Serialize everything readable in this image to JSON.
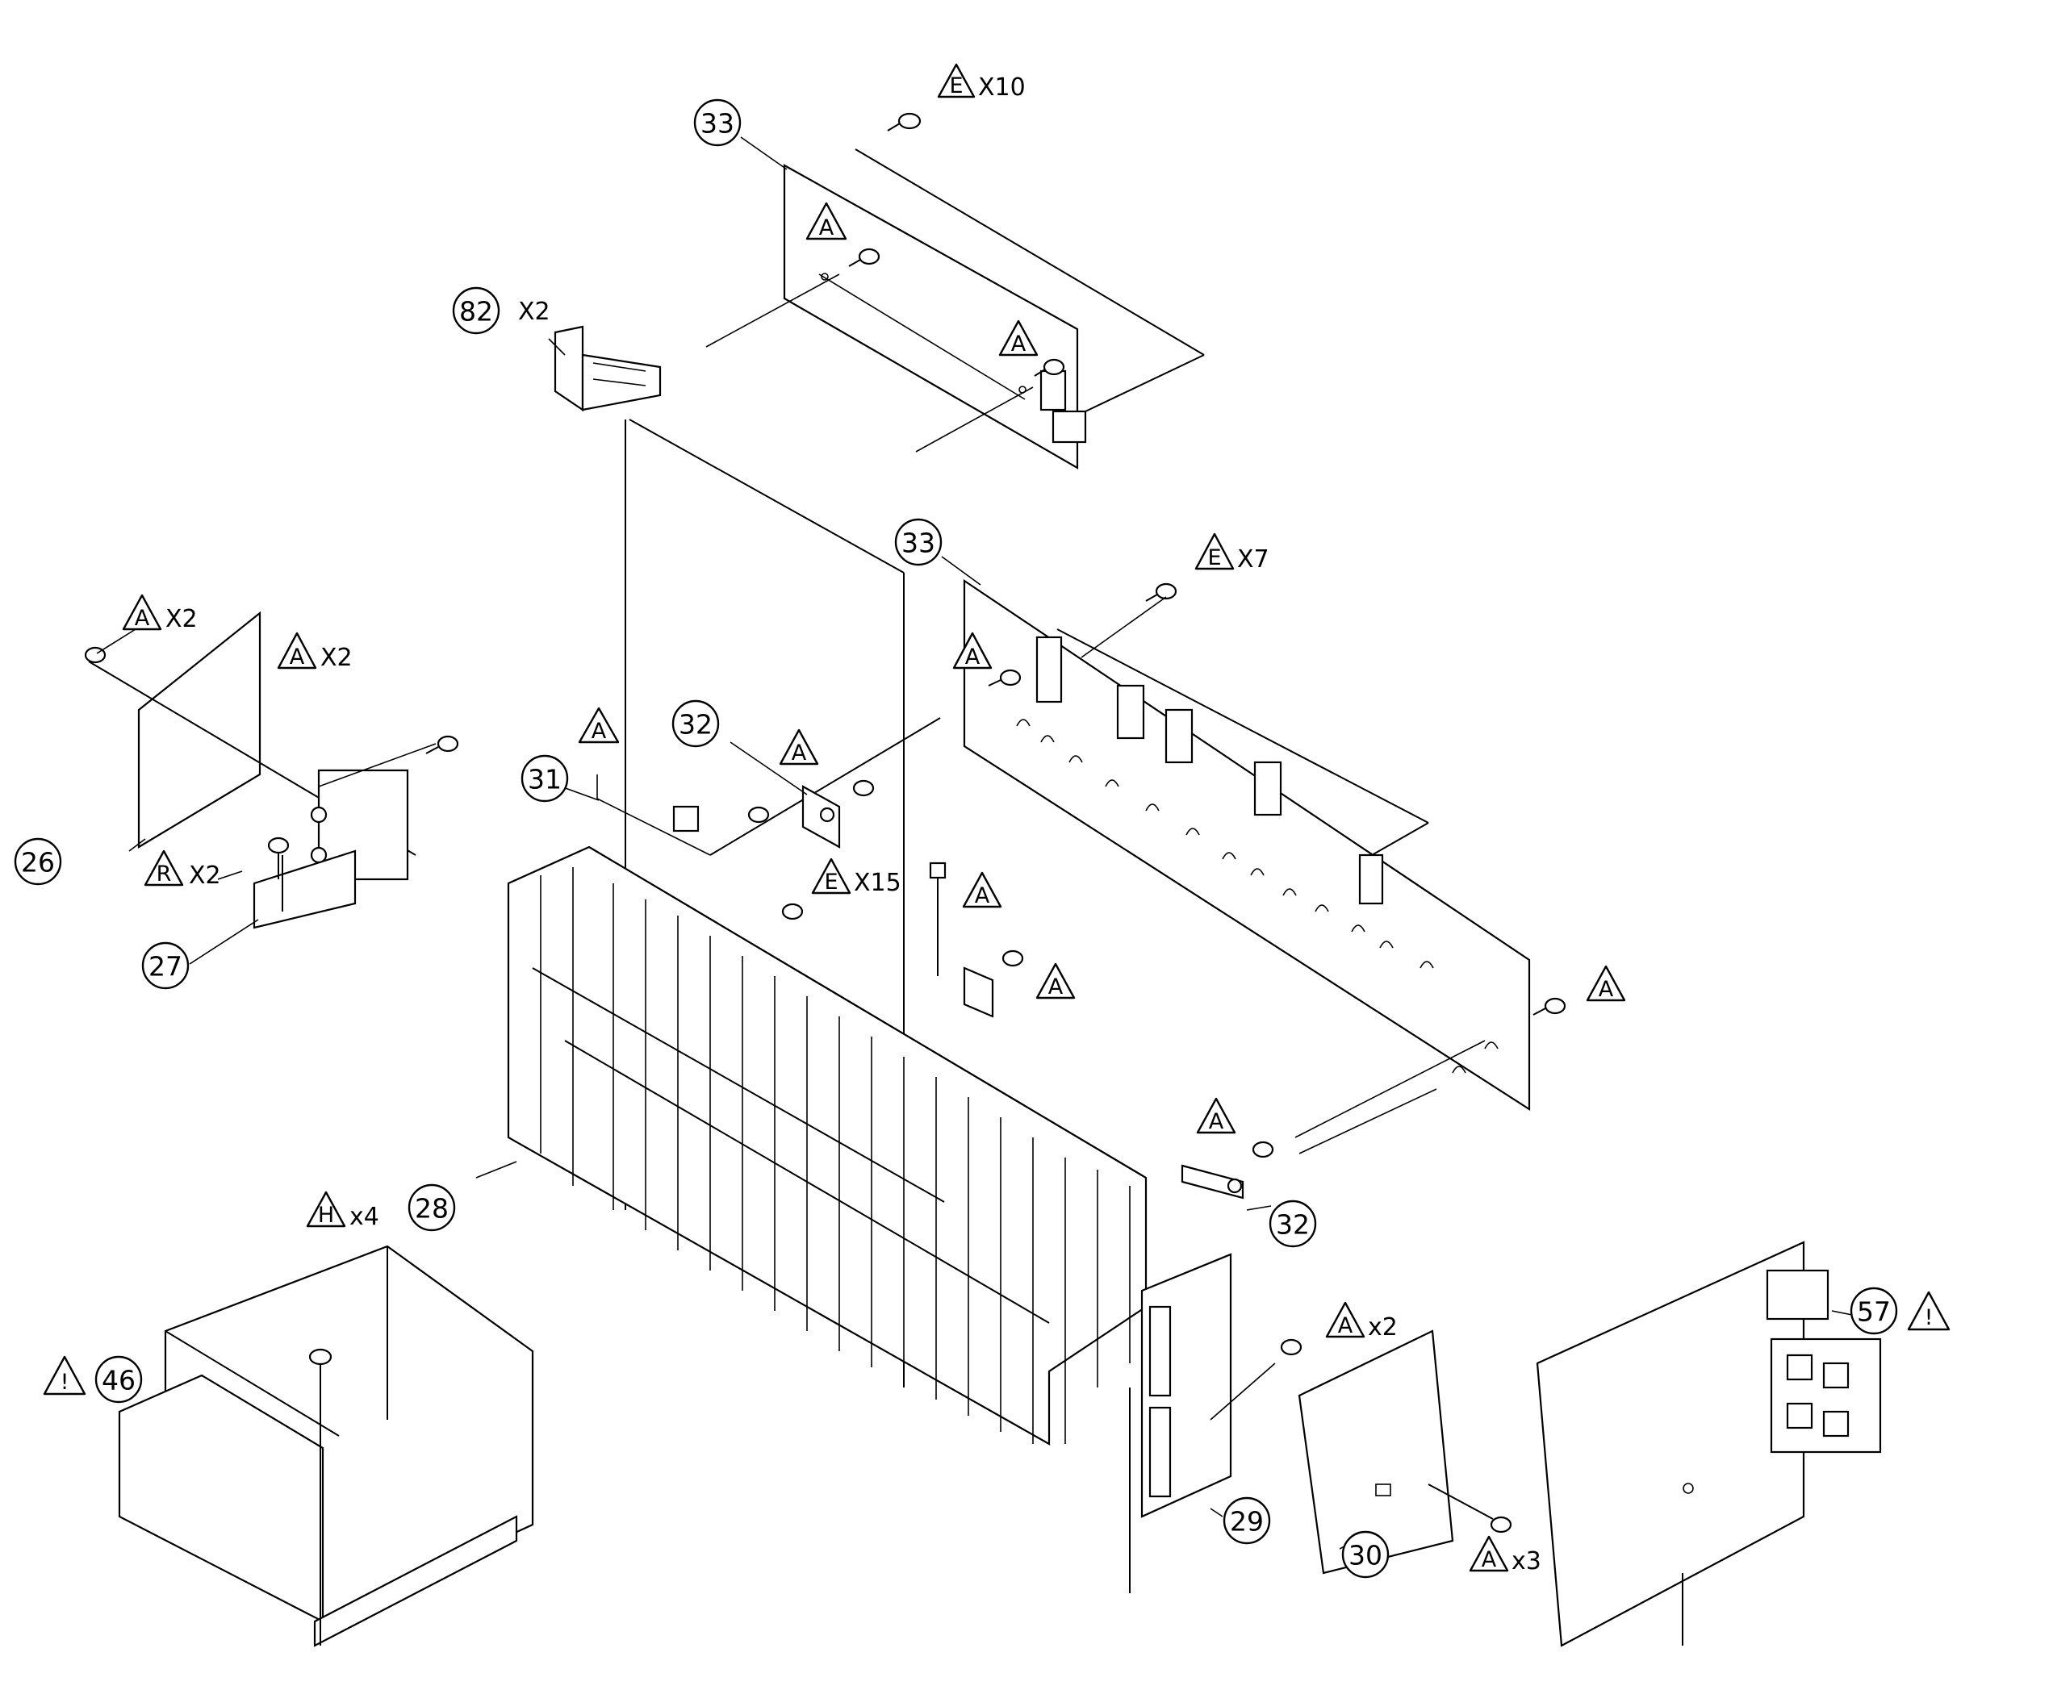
{
  "callouts": [
    {
      "id": "c33a",
      "text": "33"
    },
    {
      "id": "c82",
      "text": "82",
      "qty": "X2"
    },
    {
      "id": "c33b",
      "text": "33"
    },
    {
      "id": "c26",
      "text": "26"
    },
    {
      "id": "c27",
      "text": "27"
    },
    {
      "id": "c31",
      "text": "31"
    },
    {
      "id": "c32a",
      "text": "32"
    },
    {
      "id": "c32b",
      "text": "32"
    },
    {
      "id": "c28",
      "text": "28"
    },
    {
      "id": "c46",
      "text": "46"
    },
    {
      "id": "c29",
      "text": "29"
    },
    {
      "id": "c30",
      "text": "30"
    },
    {
      "id": "c57",
      "text": "57"
    }
  ],
  "fastener_tags": [
    {
      "id": "f1",
      "letter": "E",
      "qty": "X10"
    },
    {
      "id": "f2",
      "letter": "A",
      "qty": ""
    },
    {
      "id": "f3",
      "letter": "A",
      "qty": ""
    },
    {
      "id": "f4",
      "letter": "E",
      "qty": "X7"
    },
    {
      "id": "f5",
      "letter": "A",
      "qty": ""
    },
    {
      "id": "f6",
      "letter": "A",
      "qty": "X2"
    },
    {
      "id": "f7",
      "letter": "A",
      "qty": "X2"
    },
    {
      "id": "f8",
      "letter": "R",
      "qty": "X2"
    },
    {
      "id": "f9",
      "letter": "A",
      "qty": ""
    },
    {
      "id": "f10",
      "letter": "A",
      "qty": ""
    },
    {
      "id": "f11",
      "letter": "E",
      "qty": "X15"
    },
    {
      "id": "f12",
      "letter": "A",
      "qty": ""
    },
    {
      "id": "f13",
      "letter": "A",
      "qty": ""
    },
    {
      "id": "f14",
      "letter": "A",
      "qty": ""
    },
    {
      "id": "f15",
      "letter": "A",
      "qty": ""
    },
    {
      "id": "f16",
      "letter": "H",
      "qty": "x4"
    },
    {
      "id": "f17",
      "letter": "A",
      "qty": "x2"
    },
    {
      "id": "f18",
      "letter": "A",
      "qty": "x3"
    }
  ],
  "safety_marks": [
    {
      "id": "w46",
      "symbol": "!"
    },
    {
      "id": "w57",
      "symbol": "!"
    }
  ]
}
